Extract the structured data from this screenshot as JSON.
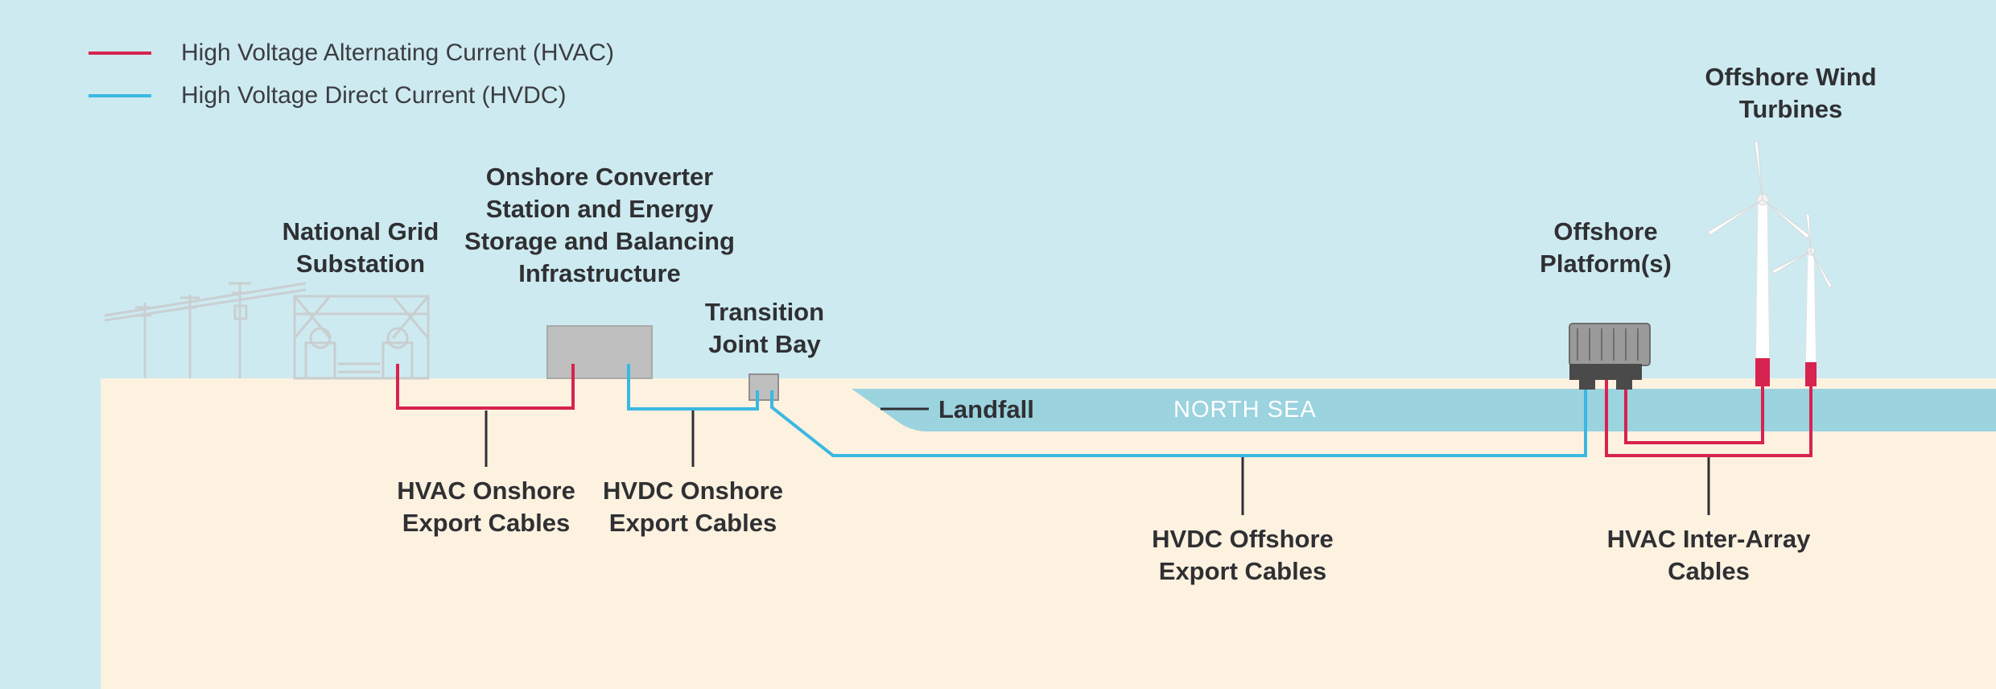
{
  "legend": {
    "hvac": "High Voltage Alternating Current (HVAC)",
    "hvdc": "High Voltage Direct Current (HVDC)"
  },
  "labels": {
    "substation": [
      "National Grid",
      "Substation"
    ],
    "converter": [
      "Onshore Converter",
      "Station and Energy",
      "Storage and Balancing",
      "Infrastructure"
    ],
    "joint_bay": [
      "Transition",
      "Joint Bay"
    ],
    "landfall": "Landfall",
    "north_sea": "NORTH SEA",
    "platform": [
      "Offshore",
      "Platform(s)"
    ],
    "turbines": [
      "Offshore Wind",
      "Turbines"
    ],
    "hvac_onshore": [
      "HVAC Onshore",
      "Export Cables"
    ],
    "hvdc_onshore": [
      "HVDC Onshore",
      "Export Cables"
    ],
    "hvdc_offshore": [
      "HVDC Offshore",
      "Export Cables"
    ],
    "hvac_inter": [
      "HVAC Inter-Array",
      "Cables"
    ]
  },
  "colors": {
    "sky": "#cdeaf0",
    "land": "#fdf1e0",
    "sea": "#9bd3df",
    "hvac": "#d7234f",
    "hvdc": "#3bb8e2",
    "leader": "#2f3033",
    "label": "#2f3033",
    "building": "#bfbfbf"
  },
  "icons": {
    "substation": "substation-icon",
    "pylons": "pylon-icon",
    "platform": "offshore-platform-icon",
    "turbines": "wind-turbine-icon"
  }
}
